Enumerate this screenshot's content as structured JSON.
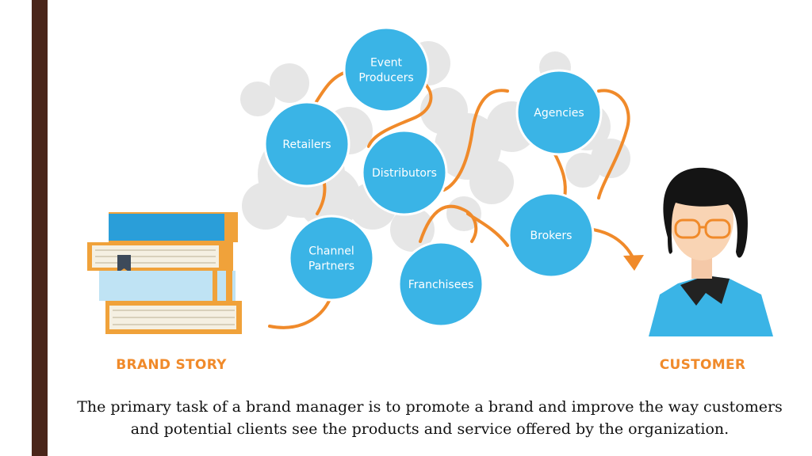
{
  "nodes": [
    {
      "id": "event-producers",
      "lines": [
        "Event",
        "Producers"
      ]
    },
    {
      "id": "retailers",
      "lines": [
        "Retailers"
      ]
    },
    {
      "id": "distributors",
      "lines": [
        "Distributors"
      ]
    },
    {
      "id": "agencies",
      "lines": [
        "Agencies"
      ]
    },
    {
      "id": "channel-partners",
      "lines": [
        "Channel",
        "Partners"
      ]
    },
    {
      "id": "brokers",
      "lines": [
        "Brokers"
      ]
    },
    {
      "id": "franchisees",
      "lines": [
        "Franchisees"
      ]
    }
  ],
  "labels": {
    "brand_story": "BRAND STORY",
    "customer": "CUSTOMER"
  },
  "caption": {
    "line1": "The primary task of a brand manager is to promote a brand and improve the way customers",
    "line2": "and potential clients see the products and service offered by the organization."
  },
  "colors": {
    "node_fill": "#3ab4e6",
    "path": "#f08a2a",
    "bubble": "#e4e4e4",
    "accent_bar": "#4a261a"
  }
}
